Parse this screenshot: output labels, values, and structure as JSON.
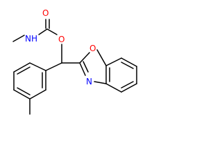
{
  "molecule": {
    "atoms": {
      "carbonyl_oxygen": {
        "symbol": "O",
        "color": "#ff0000"
      },
      "carbamate_nitrogen": {
        "symbol": "N",
        "hydrogen": "H",
        "color": "#0000ff"
      },
      "ester_oxygen": {
        "symbol": "O",
        "color": "#ff0000"
      },
      "benzoxazole_oxygen": {
        "symbol": "O",
        "color": "#ff0000"
      },
      "benzoxazole_nitrogen": {
        "symbol": "N",
        "color": "#0000ff"
      }
    },
    "bond_color": "#000000"
  }
}
